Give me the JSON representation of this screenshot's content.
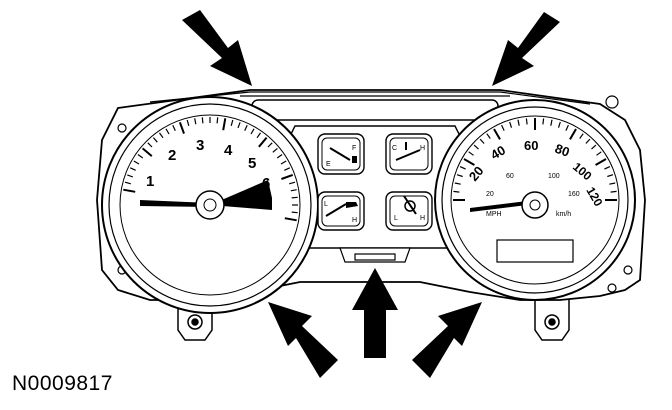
{
  "figure_id": "N0009817",
  "tachometer": {
    "scale_labels": [
      "1",
      "2",
      "3",
      "4",
      "5",
      "6"
    ]
  },
  "speedometer": {
    "outer_labels": [
      "20",
      "40",
      "60",
      "80",
      "100",
      "120"
    ],
    "inner_labels": [
      "20",
      "60",
      "100",
      "160"
    ],
    "unit_left": "MPH",
    "unit_right": "km/h"
  },
  "small_gauges": {
    "fuel": {
      "low": "E",
      "high": "F"
    },
    "temperature": {
      "low": "C",
      "high": "H"
    },
    "oil": {
      "low": "L",
      "high": "H"
    },
    "voltage": {
      "low": "L",
      "high": "H"
    }
  },
  "callout_arrows": [
    "top-left",
    "top-right",
    "bottom-left",
    "bottom-center",
    "bottom-right"
  ]
}
